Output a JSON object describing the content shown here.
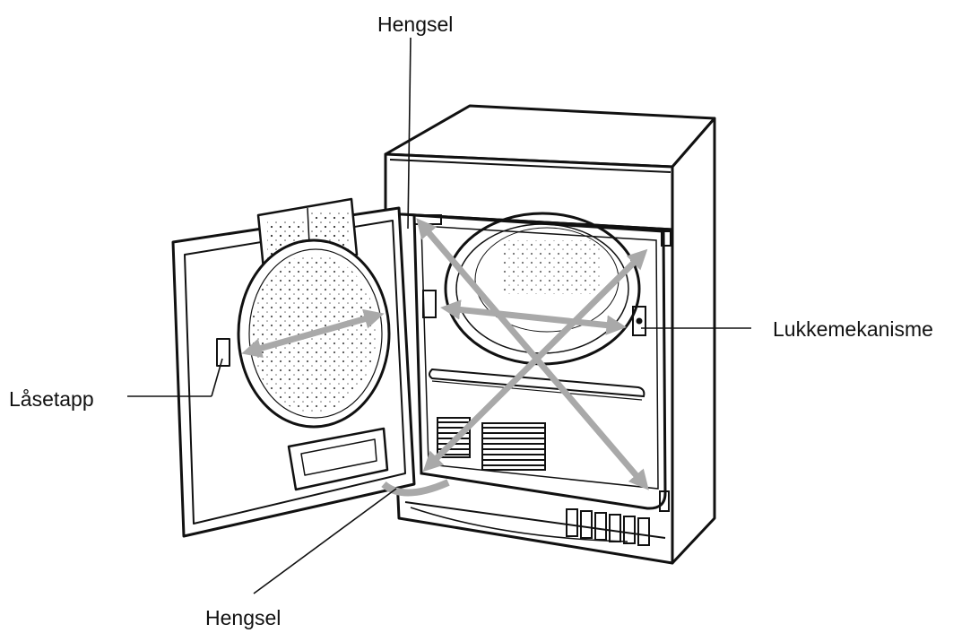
{
  "labels": {
    "hinge_top": "Hengsel",
    "lock_mechanism": "Lukkemekanisme",
    "lock_pin": "Låsetapp",
    "hinge_bottom": "Hengsel"
  },
  "colors": {
    "outline": "#111111",
    "arrow": "#a9a9a9",
    "panel": "#ffffff"
  }
}
